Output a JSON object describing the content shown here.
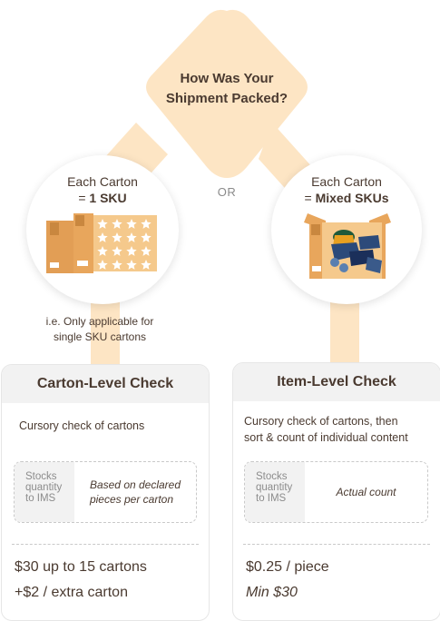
{
  "question": {
    "line1": "How Was Your",
    "line2": "Shipment Packed?"
  },
  "or_label": "OR",
  "options": [
    {
      "label_line1": "Each Carton",
      "label_prefix": "= ",
      "label_strong": "1 SKU",
      "note_line1": "i.e. Only applicable for",
      "note_line2": "single SKU cartons",
      "illustration": "single-sku-cartons-illustration"
    },
    {
      "label_line1": "Each Carton",
      "label_prefix": "= ",
      "label_strong": "Mixed SKUs",
      "illustration": "mixed-sku-carton-illustration"
    }
  ],
  "cards": [
    {
      "title": "Carton-Level Check",
      "desc_line1": "Cursory check of cartons",
      "desc_line2": "",
      "stocks_line1": "Stocks",
      "stocks_line2": "quantity",
      "stocks_line3": "to IMS",
      "basis_line1": "Based on declared",
      "basis_line2": "pieces per carton",
      "price_line1": "$30 up to 15 cartons",
      "price_line2": "+$2 / extra carton"
    },
    {
      "title": "Item-Level Check",
      "desc_line1": "Cursory check of cartons, then",
      "desc_line2": "sort & count of individual content",
      "stocks_line1": "Stocks",
      "stocks_line2": "quantity",
      "stocks_line3": "to IMS",
      "basis_line1": "Actual count",
      "basis_line2": "",
      "price_line1": "$0.25 / piece",
      "price_line2": "Min $30"
    }
  ],
  "colors": {
    "flow": "#fde5c4",
    "carton": "#e8a65c",
    "carton_dark": "#c9873f",
    "text": "#4a3a30"
  }
}
